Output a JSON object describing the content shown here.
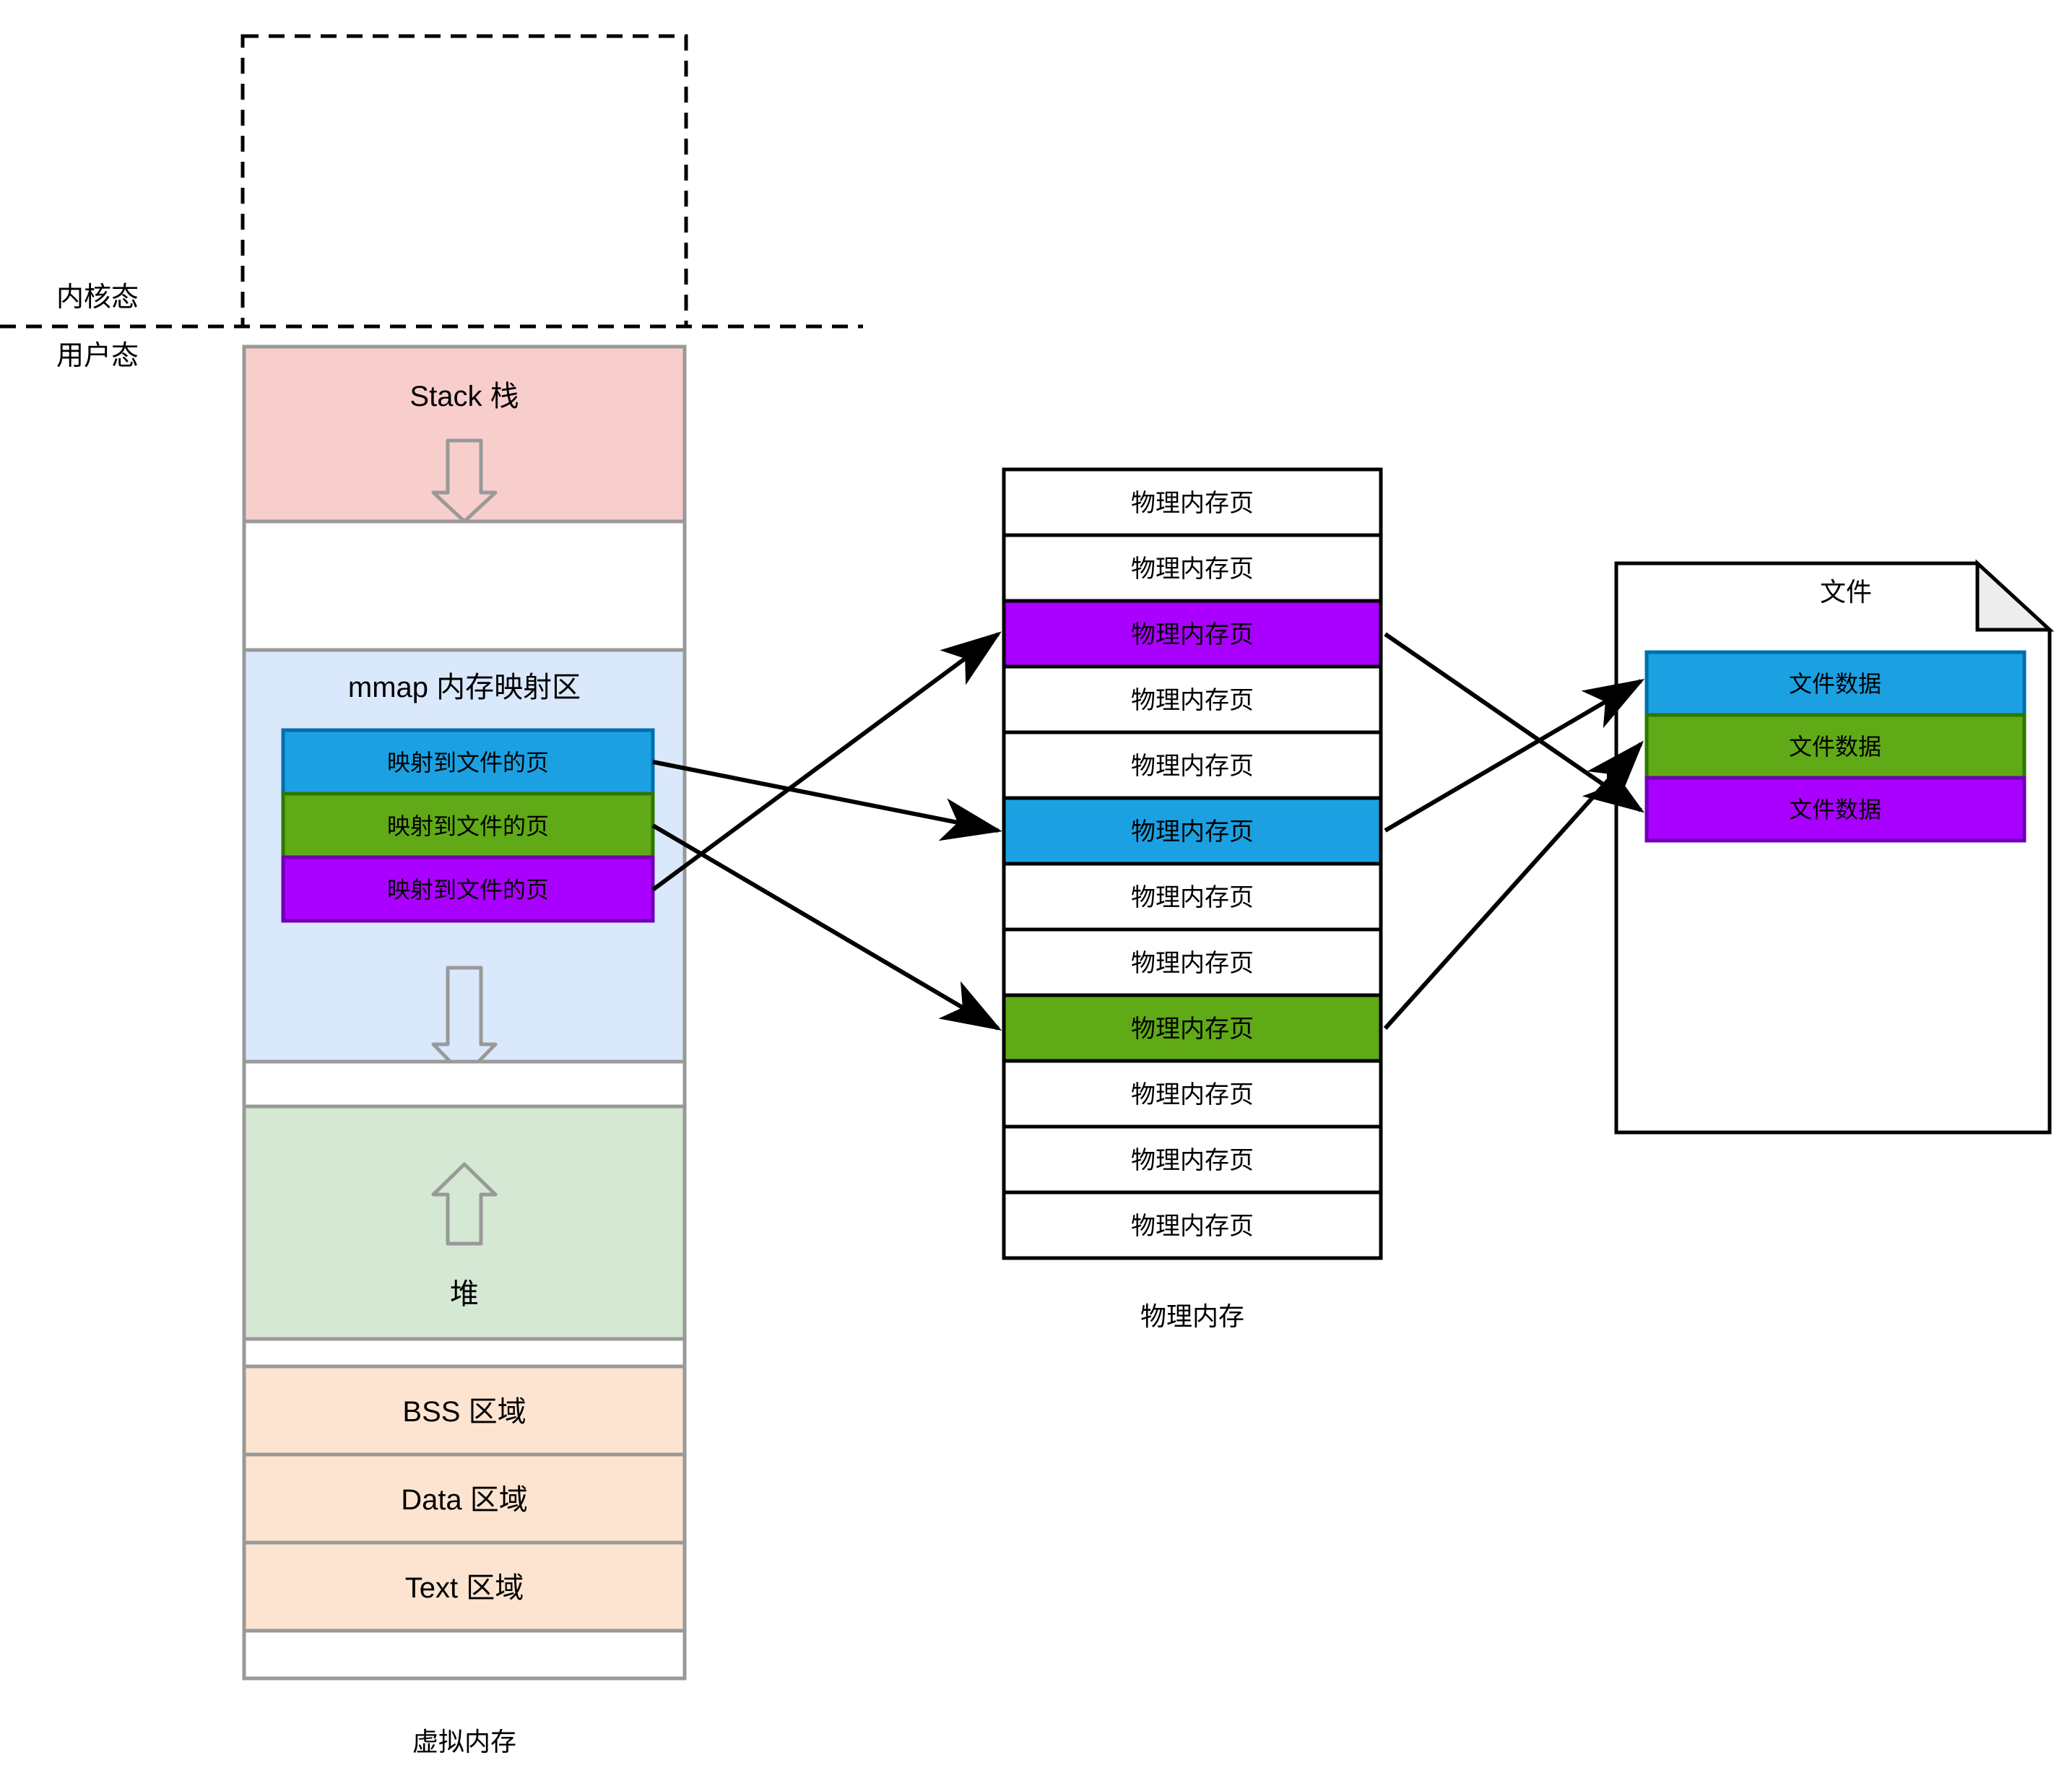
{
  "diagram": {
    "title_hidden": "mmap file mapping diagram",
    "mode_labels": {
      "kernel": "内核态",
      "user": "用户态"
    },
    "virtual_memory": {
      "caption": "虚拟内存",
      "kernel_block_label": "",
      "segments": [
        {
          "name": "stack",
          "label": "Stack 栈",
          "color": "#F8CECC",
          "border": "#999999",
          "arrow": "down"
        },
        {
          "name": "gap-stack-mmap",
          "label": "",
          "color": "#FFFFFF",
          "border": "#999999",
          "arrow": "none"
        },
        {
          "name": "mmap",
          "label": "mmap 内存映射区",
          "color": "#DAE8FC",
          "border": "#999999",
          "arrow": "down"
        },
        {
          "name": "gap-mmap-heap",
          "label": "",
          "color": "#FFFFFF",
          "border": "#999999",
          "arrow": "none"
        },
        {
          "name": "heap",
          "label": "堆",
          "color": "#D5E8D4",
          "border": "#999999",
          "arrow": "up"
        },
        {
          "name": "gap-heap-bss",
          "label": "",
          "color": "#FFFFFF",
          "border": "#999999",
          "arrow": "none"
        },
        {
          "name": "bss",
          "label": "BSS 区域",
          "color": "#FCE4D0",
          "border": "#999999",
          "arrow": "none"
        },
        {
          "name": "data",
          "label": "Data 区域",
          "color": "#FCE4D0",
          "border": "#999999",
          "arrow": "none"
        },
        {
          "name": "text",
          "label": "Text 区域",
          "color": "#FCE4D0",
          "border": "#999999",
          "arrow": "none"
        },
        {
          "name": "gap-bottom",
          "label": "",
          "color": "#FFFFFF",
          "border": "#999999",
          "arrow": "none"
        }
      ],
      "mapped_pages": [
        {
          "label": "映射到文件的页",
          "color": "#1BA1E2",
          "border": "#006EAF"
        },
        {
          "label": "映射到文件的页",
          "color": "#60A917",
          "border": "#2D7600"
        },
        {
          "label": "映射到文件的页",
          "color": "#AA00FF",
          "border": "#6F00B3"
        }
      ]
    },
    "physical_memory": {
      "caption": "物理内存",
      "pages": [
        {
          "label": "物理内存页",
          "color": "#FFFFFF",
          "text_color": "#000000"
        },
        {
          "label": "物理内存页",
          "color": "#FFFFFF",
          "text_color": "#000000"
        },
        {
          "label": "物理内存页",
          "color": "#AA00FF",
          "text_color": "#FFFFFF"
        },
        {
          "label": "物理内存页",
          "color": "#FFFFFF",
          "text_color": "#000000"
        },
        {
          "label": "物理内存页",
          "color": "#FFFFFF",
          "text_color": "#000000"
        },
        {
          "label": "物理内存页",
          "color": "#1BA1E2",
          "text_color": "#FFFFFF"
        },
        {
          "label": "物理内存页",
          "color": "#FFFFFF",
          "text_color": "#000000"
        },
        {
          "label": "物理内存页",
          "color": "#FFFFFF",
          "text_color": "#000000"
        },
        {
          "label": "物理内存页",
          "color": "#60A917",
          "text_color": "#FFFFFF"
        },
        {
          "label": "物理内存页",
          "color": "#FFFFFF",
          "text_color": "#000000"
        },
        {
          "label": "物理内存页",
          "color": "#FFFFFF",
          "text_color": "#000000"
        },
        {
          "label": "物理内存页",
          "color": "#FFFFFF",
          "text_color": "#000000"
        }
      ]
    },
    "file": {
      "title": "文件",
      "data_blocks": [
        {
          "label": "文件数据",
          "color": "#1BA1E2",
          "border": "#006EAF"
        },
        {
          "label": "文件数据",
          "color": "#60A917",
          "border": "#2D7600"
        },
        {
          "label": "文件数据",
          "color": "#AA00FF",
          "border": "#6F00B3"
        }
      ]
    },
    "colors": {
      "blue": "#1BA1E2",
      "green": "#60A917",
      "purple": "#AA00FF",
      "stack_pink": "#F8CECC",
      "mmap_blue": "#DAE8FC",
      "heap_green": "#D5E8D4",
      "segment_orange": "#FCE4D0",
      "outline_gray": "#999999",
      "outline_black": "#000000"
    }
  }
}
